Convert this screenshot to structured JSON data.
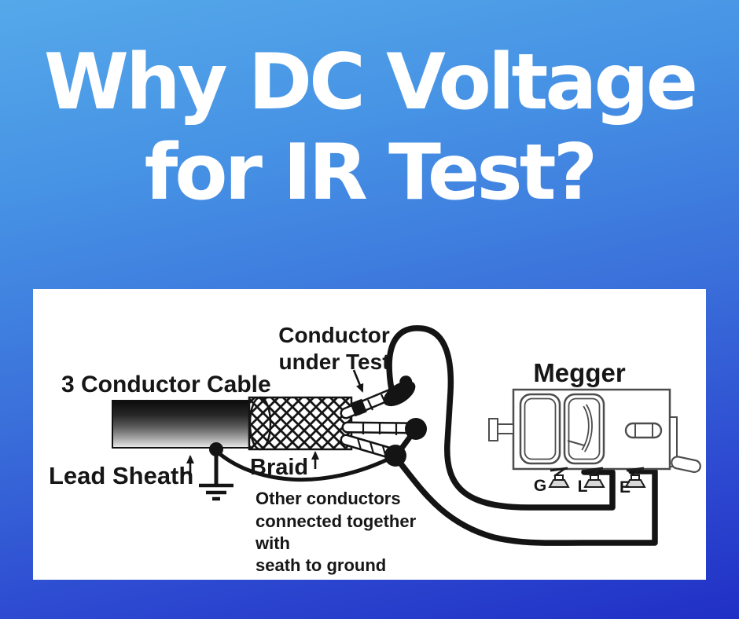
{
  "title": {
    "line1": "Why DC Voltage",
    "line2": "for IR Test?"
  },
  "colors": {
    "background_gradient_top": "#55a9ea",
    "background_gradient_bottom": "#2030c5",
    "panel_background": "#ffffff",
    "title_text": "#ffffff",
    "diagram_ink": "#161616",
    "megger_outline": "#4d4d4d"
  },
  "diagram": {
    "cable_label": "3 Conductor Cable",
    "conductor_under_test_line1": "Conductor",
    "conductor_under_test_line2": "under Test",
    "megger_label": "Megger",
    "lead_sheath_label": "Lead Sheath",
    "braid_label": "Braid",
    "note_lines": [
      "Other conductors",
      "connected together",
      "with",
      "seath to ground"
    ],
    "terminals": {
      "g": "G",
      "l": "L",
      "e": "E"
    }
  }
}
